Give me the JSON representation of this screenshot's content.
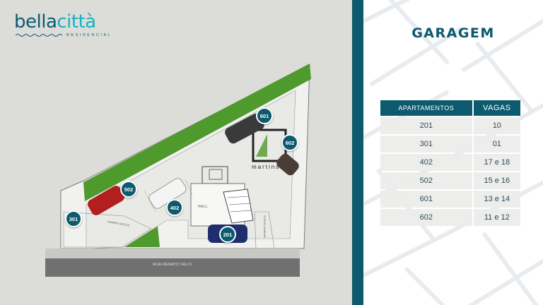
{
  "logo": {
    "word_main": "bella",
    "word_accent": "città",
    "subtitle": "RESIDENCIAL"
  },
  "heading": "GARAGEM",
  "table": {
    "headers": [
      "APARTAMENTOS",
      "VAGAS"
    ],
    "rows": [
      [
        "201",
        "10"
      ],
      [
        "301",
        "01"
      ],
      [
        "402",
        "17 e 18"
      ],
      [
        "502",
        "15 e 16"
      ],
      [
        "601",
        "13 e 14"
      ],
      [
        "602",
        "11 e 12"
      ]
    ]
  },
  "plan": {
    "street": "RUA RENATO FALCI",
    "ramp_left": "RAMPA DESCE",
    "ramp_right": "RAMPA DESCE",
    "hall": "HALL",
    "watermark": "martins",
    "units": [
      "601",
      "602",
      "502",
      "402",
      "301",
      "201"
    ]
  },
  "colors": {
    "brand": "#0d5a6e",
    "accent": "#14b2c4",
    "lawn": "#4e9a2c"
  }
}
